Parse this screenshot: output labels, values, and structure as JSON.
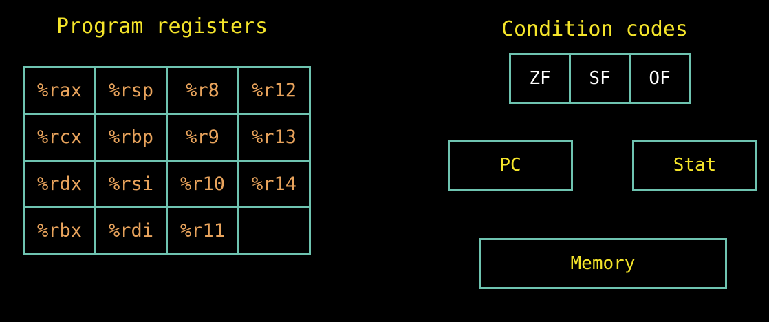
{
  "program_registers": {
    "title": "Program registers",
    "rows": [
      [
        "%rax",
        "%rsp",
        "%r8",
        "%r12"
      ],
      [
        "%rcx",
        "%rbp",
        "%r9",
        "%r13"
      ],
      [
        "%rdx",
        "%rsi",
        "%r10",
        "%r14"
      ],
      [
        "%rbx",
        "%rdi",
        "%r11",
        ""
      ]
    ]
  },
  "condition_codes": {
    "title": "Condition codes",
    "flags": [
      "ZF",
      "SF",
      "OF"
    ]
  },
  "pc": "PC",
  "stat": "Stat",
  "memory": "Memory",
  "colors": {
    "background": "#000000",
    "title": "#f5e52a",
    "register_text": "#e8a35c",
    "flag_text": "#ffffff",
    "border": "#6ec3b0"
  }
}
